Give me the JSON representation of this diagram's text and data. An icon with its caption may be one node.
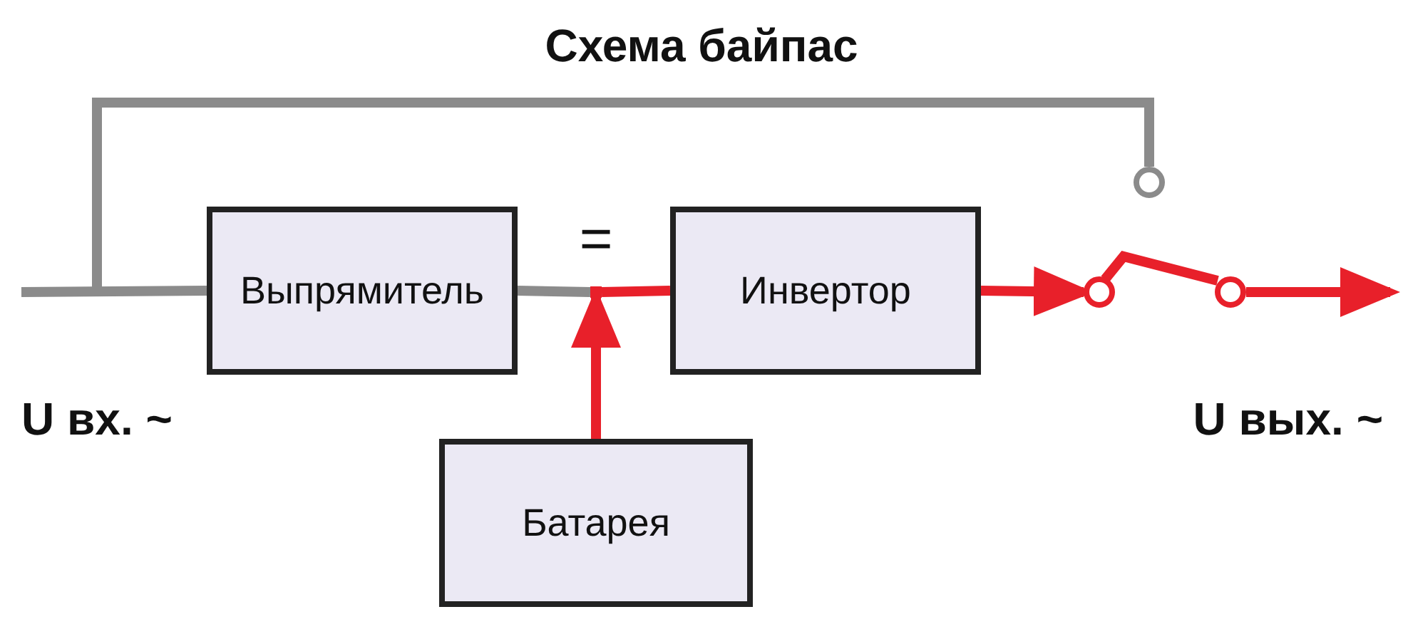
{
  "diagram": {
    "title": "Схема байпас",
    "nodes": [
      {
        "text": [
          "Выпрямитель"
        ]
      },
      {
        "text": [
          "Инвертор"
        ]
      },
      {
        "text": [
          "Батарея"
        ]
      },
      {
        "text": [],
        "shape": "circle"
      },
      {
        "text": [],
        "shape": "circle"
      },
      {
        "text": [],
        "shape": "circle"
      },
      {
        "text": [],
        "shape": "dot"
      }
    ],
    "edges": [
      {
        "from": null,
        "to": 0,
        "arrow": "none",
        "color": "#8b8b8b"
      },
      {
        "from": 0,
        "to": 6,
        "arrow": "none",
        "label": "=",
        "color": "#8b8b8b"
      },
      {
        "from": 6,
        "to": 1,
        "arrow": "none"
      },
      {
        "from": 2,
        "to": 6,
        "arrow": "to"
      },
      {
        "from": 1,
        "to": 3,
        "arrow": "to"
      },
      {
        "from": null,
        "to": 4,
        "arrow": "none",
        "color": "#8b8b8b"
      },
      {
        "from": 3,
        "to": 5,
        "arrow": "none"
      },
      {
        "from": 5,
        "to": null,
        "arrow": "to"
      }
    ],
    "labels": [
      "U вх. ~",
      "U вых. ~"
    ]
  }
}
